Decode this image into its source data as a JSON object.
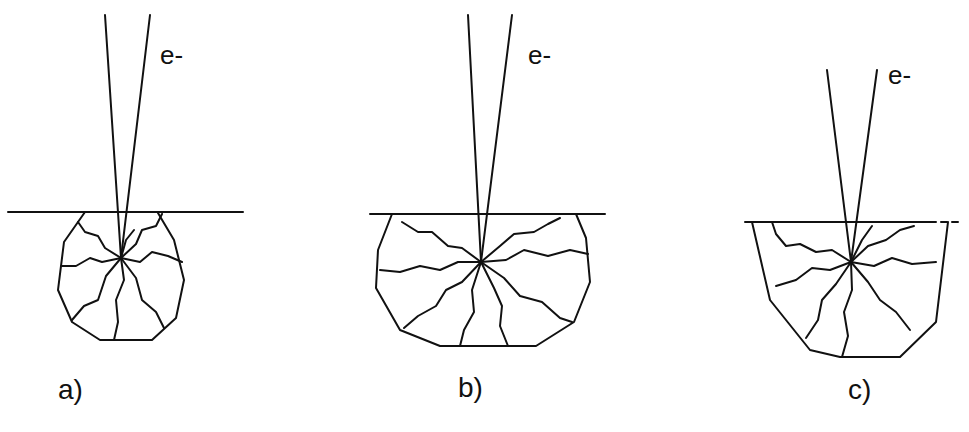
{
  "diagram": {
    "labels": [
      "e-",
      "e-",
      "e-",
      "a)",
      "b)",
      "c)"
    ]
  }
}
